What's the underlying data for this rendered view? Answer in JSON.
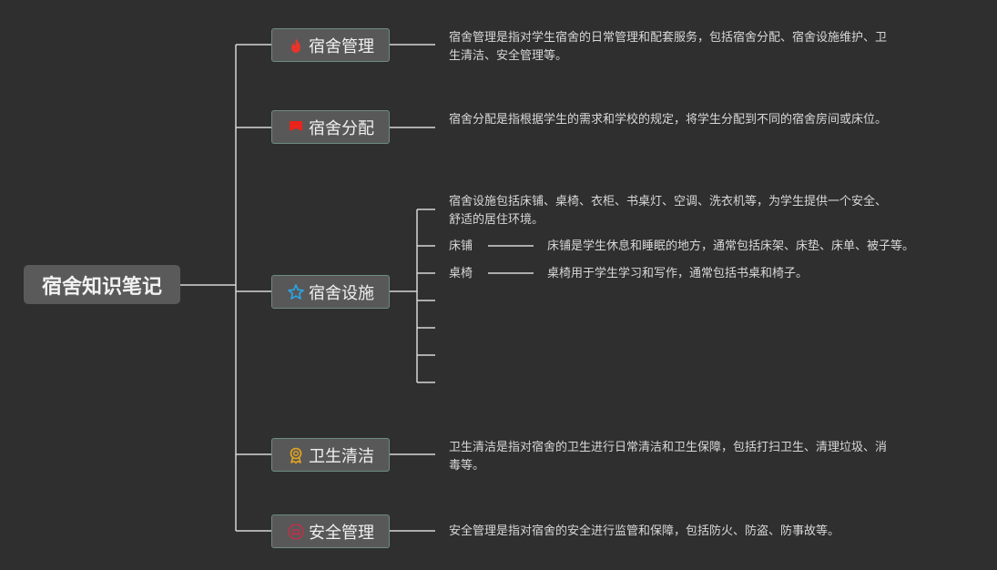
{
  "root": {
    "label": "宿舍知识笔记"
  },
  "topics": [
    {
      "label": "宿舍管理",
      "icon": "flame-icon",
      "icon_color": "#e8342a",
      "description": "宿舍管理是指对学生宿舍的日常管理和配套服务，包括宿舍分配、宿舍设施维护、卫生清洁、安全管理等。"
    },
    {
      "label": "宿舍分配",
      "icon": "flag-icon",
      "icon_color": "#e8241c",
      "description": "宿舍分配是指根据学生的需求和学校的规定，将学生分配到不同的宿舍房间或床位。"
    },
    {
      "label": "宿舍设施",
      "icon": "star-icon",
      "icon_color": "#2aa6e8",
      "description": "宿舍设施包括床铺、桌椅、衣柜、书桌灯、空调、洗衣机等，为学生提供一个安全、舒适的居住环境。",
      "items": [
        {
          "label": "床铺",
          "description": "床铺是学生休息和睡眠的地方，通常包括床架、床垫、床单、被子等。"
        },
        {
          "label": "桌椅",
          "description": "桌椅用于学生学习和写作，通常包括书桌和椅子。"
        }
      ]
    },
    {
      "label": "卫生清洁",
      "icon": "award-ribbon-icon",
      "icon_color": "#e8a820",
      "description": "卫生清洁是指对宿舍的卫生进行日常清洁和卫生保障，包括打扫卫生、清理垃圾、消毒等。"
    },
    {
      "label": "安全管理",
      "icon": "car-badge-icon",
      "icon_color": "#c0304a",
      "description": "安全管理是指对宿舍的安全进行监管和保障，包括防火、防盗、防事故等。"
    }
  ]
}
